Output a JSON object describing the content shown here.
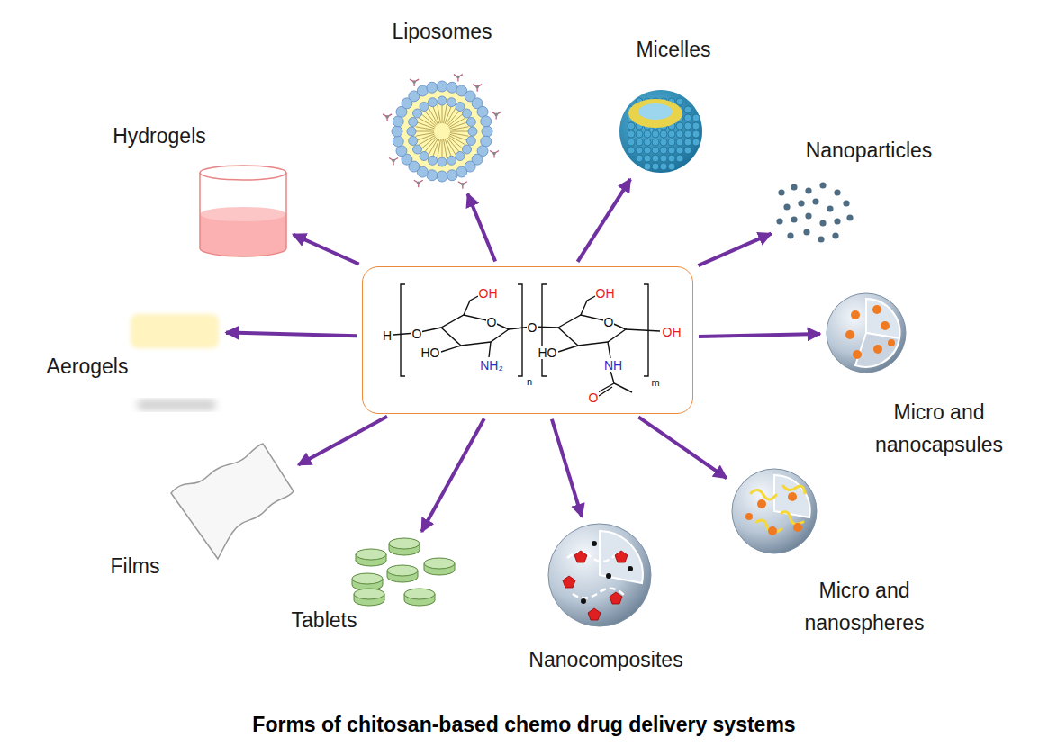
{
  "diagram": {
    "caption": "Forms of chitosan-based chemo drug delivery systems",
    "nodes": [
      {
        "text": [
          "Liposomes"
        ]
      },
      {
        "text": [
          "Micelles"
        ]
      },
      {
        "text": [
          "Hydrogels"
        ]
      },
      {
        "text": [
          "Nanoparticles"
        ]
      },
      {
        "text": [
          "OH",
          "OH",
          "H",
          "O",
          "O",
          "O",
          "O",
          "OH",
          "HO",
          "HO",
          "NH₂",
          "NH",
          "n",
          "m",
          "O"
        ]
      },
      {
        "text": [
          "Aerogels"
        ]
      },
      {
        "text": [
          "Micro and nanocapsules"
        ]
      },
      {
        "text": [
          "Films"
        ]
      },
      {
        "text": [
          "Micro and nanospheres"
        ]
      },
      {
        "text": [
          "Tablets"
        ]
      },
      {
        "text": [
          "Nanocomposites"
        ]
      }
    ],
    "edges": [
      {
        "from": 4,
        "to": 0,
        "arrow": "to"
      },
      {
        "from": 4,
        "to": 1,
        "arrow": "to"
      },
      {
        "from": 4,
        "to": 2,
        "arrow": "to"
      },
      {
        "from": 4,
        "to": 3,
        "arrow": "to"
      },
      {
        "from": 4,
        "to": 5,
        "arrow": "to"
      },
      {
        "from": 4,
        "to": 6,
        "arrow": "to"
      },
      {
        "from": 4,
        "to": 7,
        "arrow": "to"
      },
      {
        "from": 4,
        "to": 8,
        "arrow": "to"
      },
      {
        "from": 4,
        "to": 9,
        "arrow": "to"
      },
      {
        "from": 4,
        "to": 10,
        "arrow": "to"
      }
    ]
  }
}
